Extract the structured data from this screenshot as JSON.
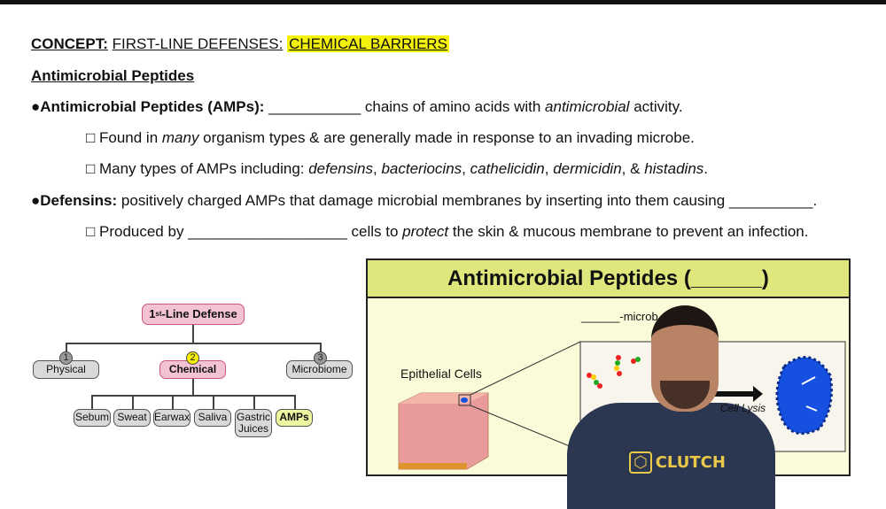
{
  "header": {
    "concept_label": "CONCEPT:",
    "concept_text": "FIRST-LINE DEFENSES:",
    "highlight": "CHEMICAL BARRIERS"
  },
  "section_title": "Antimicrobial Peptides",
  "bullets": [
    {
      "bold": "●Antimicrobial Peptides (AMPs):",
      "t1": " ___________ chains of amino acids with ",
      "i1": "antimicrobial",
      "t2": " activity."
    },
    {
      "t1": "□ Found in ",
      "i1": "many",
      "t2": " organism types & are generally made in response to an invading microbe."
    },
    {
      "t1": "□ Many types of AMPs including: ",
      "i1": "defensins",
      "t2": ", ",
      "i2": "bacteriocins",
      "t3": ", ",
      "i3": "cathelicidin",
      "t4": ", ",
      "i4": "dermicidin",
      "t5": ", & ",
      "i5": "histadins",
      "t6": "."
    },
    {
      "bold": "●Defensins:",
      "t1": " positively charged AMPs that damage microbial membranes by inserting into them causing __________."
    },
    {
      "t1": "□ Produced by ___________________ cells to ",
      "i1": "protect",
      "t2": " the skin & mucous membrane to prevent an infection."
    }
  ],
  "tree": {
    "root": "-Line Defense",
    "root_num": "1",
    "root_sup": "st",
    "branches": [
      {
        "num": "1",
        "label": "Physical"
      },
      {
        "num": "2",
        "label": "Chemical"
      },
      {
        "num": "3",
        "label": "Microbiome"
      }
    ],
    "leaves": [
      "Sebum",
      "Sweat",
      "Earwax",
      "Saliva",
      "Gastric Juices",
      "AMPs"
    ]
  },
  "panel": {
    "title": "Antimicrobial Peptides (______)",
    "epithelial": "Epithelial Cells",
    "micro_label": "______-microb",
    "lysis": "Cell Lysis"
  },
  "presenter": {
    "shirt_logo": "CLUTCH"
  },
  "colors": {
    "highlight": "#f4f20a",
    "panel_header": "#dfe77c",
    "pink": "#f4c3d3",
    "microbe": "#1550e0",
    "shirt": "#2b3650"
  }
}
